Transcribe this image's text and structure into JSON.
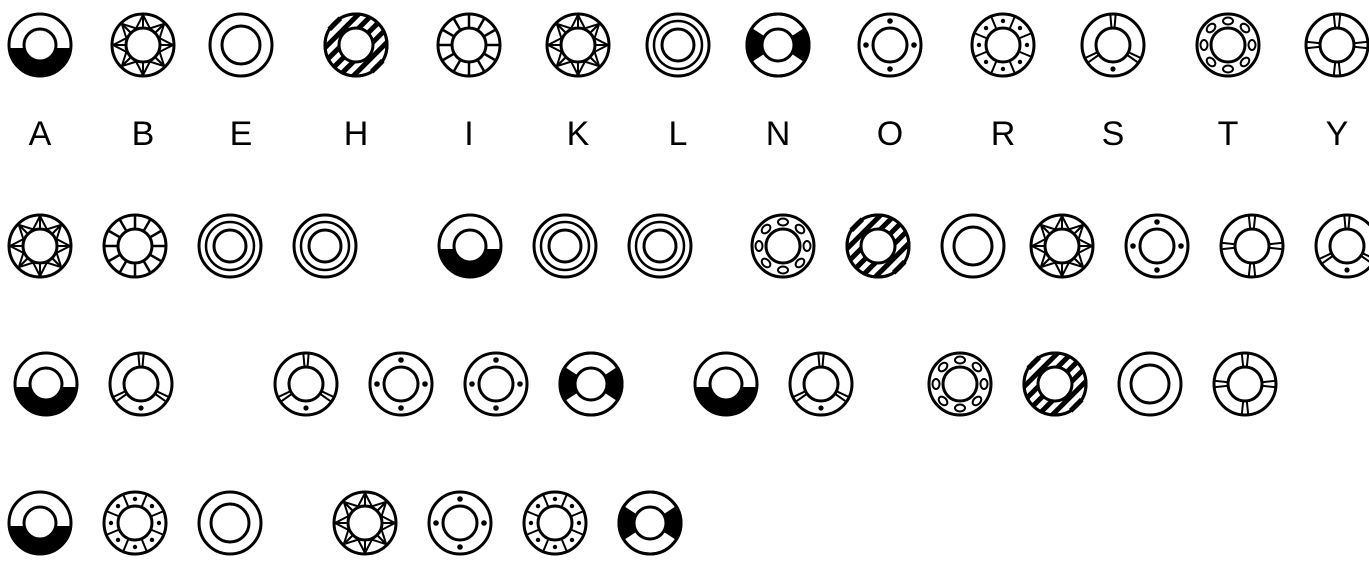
{
  "key": [
    {
      "glyph": "halfblack",
      "letter": "A"
    },
    {
      "glyph": "star",
      "letter": "B"
    },
    {
      "glyph": "plain",
      "letter": "E"
    },
    {
      "glyph": "hatched",
      "letter": "H"
    },
    {
      "glyph": "spokes",
      "letter": "I"
    },
    {
      "glyph": "star",
      "letter": "K"
    },
    {
      "glyph": "triple",
      "letter": "L"
    },
    {
      "glyph": "sides",
      "letter": "N"
    },
    {
      "glyph": "dots4",
      "letter": "O"
    },
    {
      "glyph": "dotted",
      "letter": "R"
    },
    {
      "glyph": "bars",
      "letter": "S"
    },
    {
      "glyph": "ovals",
      "letter": "T"
    },
    {
      "glyph": "bars4",
      "letter": "Y"
    }
  ],
  "message": [
    [
      [
        "star",
        "spokes",
        "triple",
        "triple"
      ],
      [
        "halfblack",
        "triple",
        "triple"
      ],
      [
        "ovals",
        "hatched",
        "plain"
      ],
      [
        "star",
        "dots4",
        "bars4",
        "bars"
      ]
    ],
    [
      [
        "halfblack",
        "bars"
      ],
      [
        "bars",
        "dots4",
        "dots4",
        "sides"
      ],
      [
        "halfblack",
        "bars"
      ],
      [
        "ovals",
        "hatched",
        "plain",
        "bars4"
      ]
    ],
    [
      [
        "halfblack",
        "dotted",
        "plain"
      ],
      [
        "star",
        "dots4",
        "dotted",
        "sides"
      ]
    ]
  ]
}
